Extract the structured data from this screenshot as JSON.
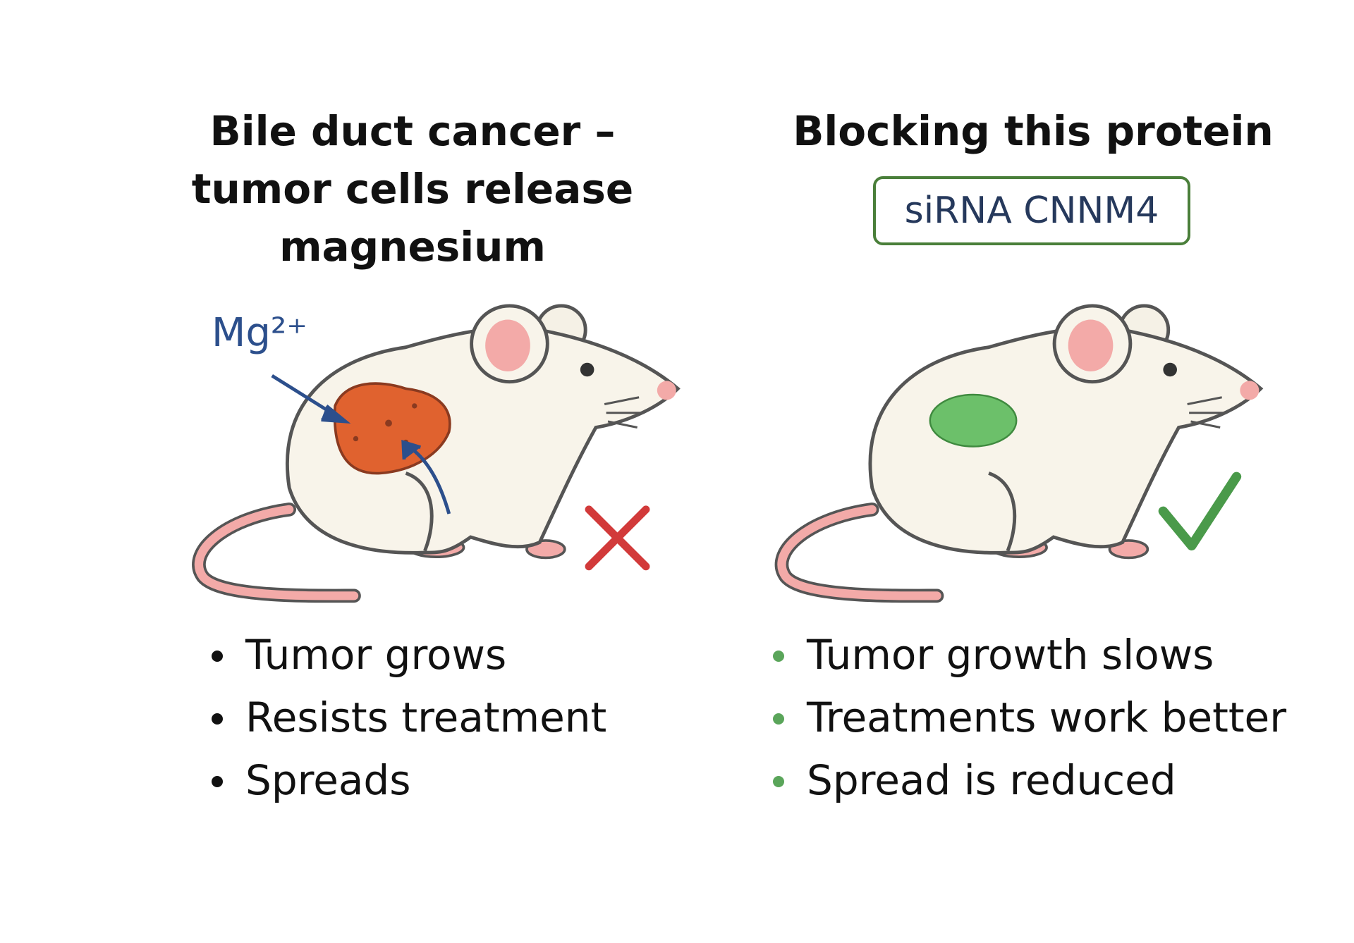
{
  "left_panel": {
    "title_lines": [
      "Bile duct cancer –",
      "tumor cells release",
      "magnesium"
    ],
    "ion_label": "Mg²⁺",
    "outcome_icon": "x-mark-icon",
    "bullets": [
      "Tumor grows",
      "Resists treatment",
      "Spreads"
    ]
  },
  "right_panel": {
    "title": "Blocking this protein",
    "tag": "siRNA CNNM4",
    "outcome_icon": "check-mark-icon",
    "bullets": [
      "Tumor growth slows",
      "Treatments work better",
      "Spread is reduced"
    ]
  },
  "colors": {
    "tumor": "#e0622f",
    "treated_tumor": "#6cc06a",
    "arrow": "#2c4f8c",
    "x_mark": "#d23a3a",
    "check_mark": "#4a9a4a",
    "tag_border": "#4a7f3a"
  }
}
